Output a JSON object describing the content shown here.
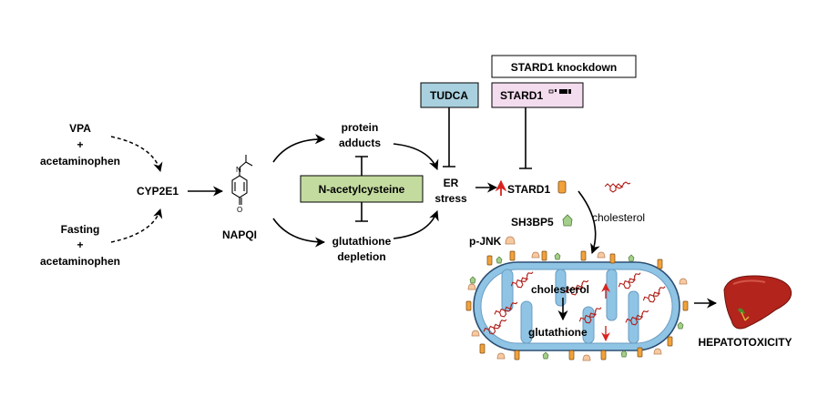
{
  "inputs": {
    "vpa_line1": "VPA",
    "vpa_plus": "+",
    "vpa_line2": "acetaminophen",
    "fasting_line1": "Fasting",
    "fasting_plus": "+",
    "fasting_line2": "acetaminophen"
  },
  "enzyme": "CYP2E1",
  "metabolite": "NAPQI",
  "protein_adducts_line1": "protein",
  "protein_adducts_line2": "adducts",
  "nac_label": "N-acetylcysteine",
  "gsh_depletion_line1": "glutathione",
  "gsh_depletion_line2": "depletion",
  "er_stress_line1": "ER",
  "er_stress_line2": "stress",
  "tudca_label": "TUDCA",
  "stard1_knockdown_label": "STARD1 knockdown",
  "stard1_ko_label": "STARD1",
  "stard1_label": "STARD1",
  "cholesterol_label": "cholesterol",
  "sh3bp5_label": "SH3BP5",
  "pjnk_label": "p-JNK",
  "mito_cholesterol": "cholesterol",
  "mito_glutathione": "glutathione",
  "outcome": "HEPATOTOXICITY",
  "colors": {
    "nac_fill": "#c4dba0",
    "tudca_fill": "#a9d0de",
    "stard1_ko_fill": "#f4dcef",
    "mito_fill": "#8fc4e4",
    "mito_inner": "#ffffff",
    "up_arrow": "#d9231e",
    "stard1_protein": "#f2a23a",
    "sh3bp5": "#a4cf8a",
    "pjnk": "#f7c9a0",
    "chol_molecule": "#b01c16",
    "liver": "#b3241c"
  }
}
